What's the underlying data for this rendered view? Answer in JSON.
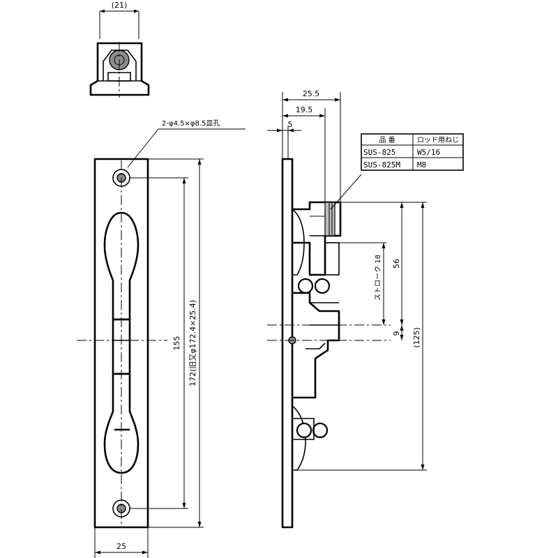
{
  "top_view": {
    "width_dim": "(21)"
  },
  "front_view": {
    "hole_note": "2-φ4.5×φ8.5皿孔",
    "dim_hole_pitch": "155",
    "dim_plate_length": "172(旧又φ172.4×25.4)",
    "dim_plate_width": "25"
  },
  "side_view": {
    "dim_depth_overall": "25.5",
    "dim_depth_mid": "19.5",
    "dim_plate_thickness": "5",
    "dim_stroke": "ストローク 18",
    "dim_rod_top": "56",
    "dim_rod_bottom": "9",
    "dim_total": "(125)"
  },
  "spec_table": {
    "headers": [
      "品 番",
      "ロッド用ねじ"
    ],
    "rows": [
      [
        "SUS-825",
        "W5/16"
      ],
      [
        "SUS-825M",
        "M8"
      ]
    ]
  }
}
